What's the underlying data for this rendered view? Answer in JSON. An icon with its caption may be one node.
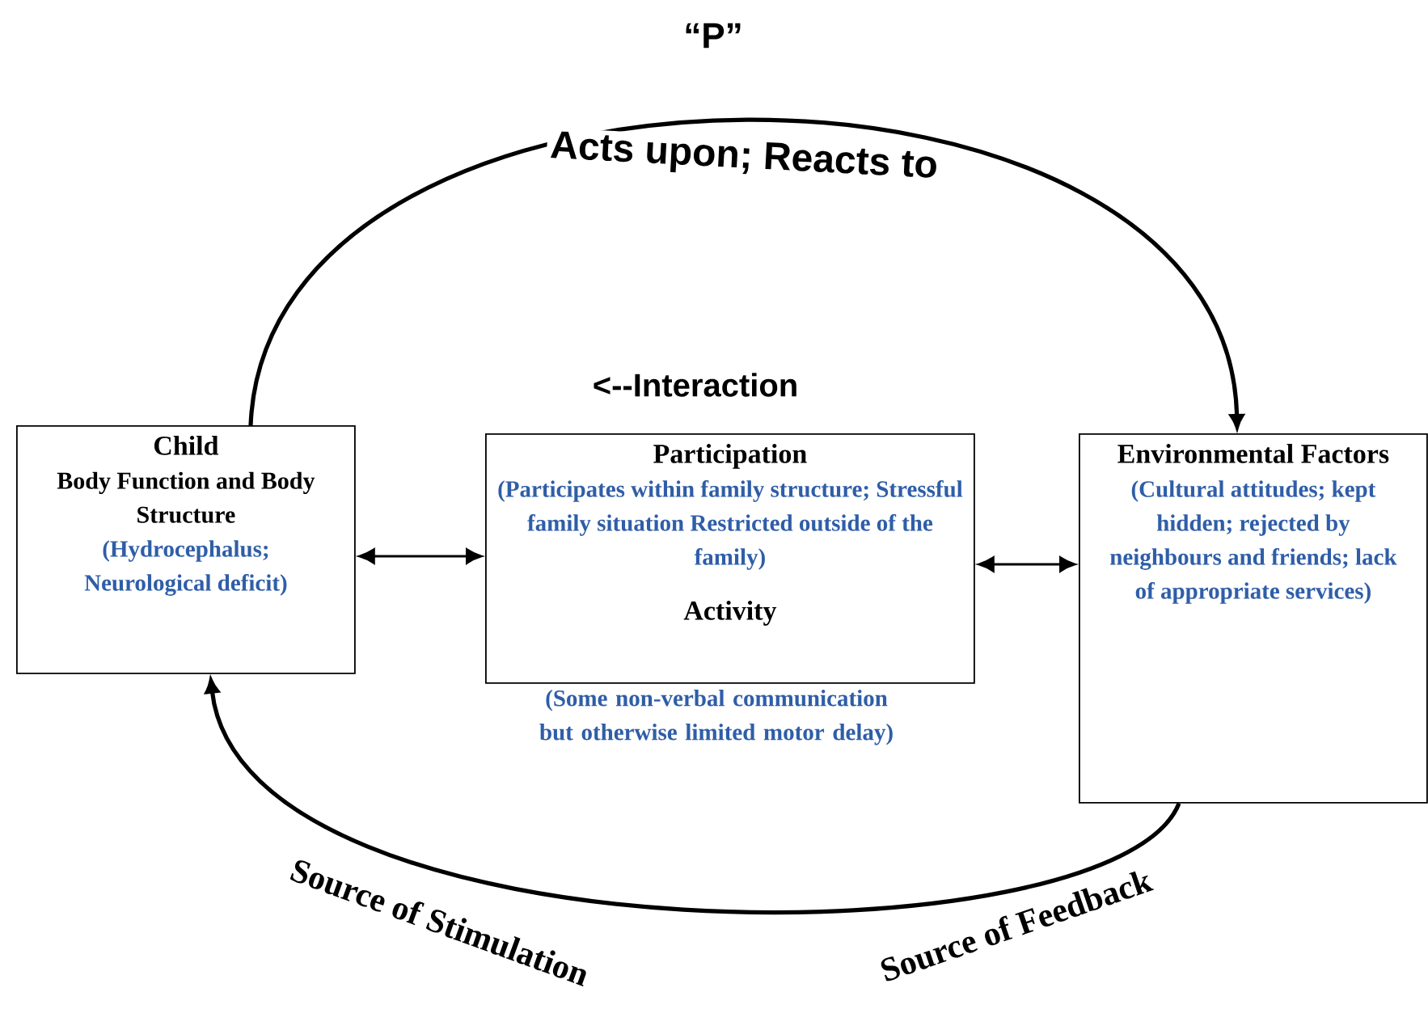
{
  "diagram": {
    "title": "“P”",
    "nodes": [
      {
        "text": [
          "Child",
          "Body Function and Body Structure",
          "(Hydrocephalus; Neurological deficit)"
        ]
      },
      {
        "text": [
          "Participation",
          "(Participates within family structure; Stressful family situation Restricted outside of the family)",
          "Activity",
          "(Some non-verbal communication but otherwise limited motor delay)"
        ]
      },
      {
        "text": [
          "Environmental Factors",
          "(Cultural attitudes; kept hidden; rejected by neighbours and friends; lack of appropriate services)"
        ]
      }
    ],
    "edges": [
      {
        "from": 0,
        "to": 1,
        "arrow": "both"
      },
      {
        "from": 1,
        "to": 2,
        "arrow": "both"
      },
      {
        "from": 0,
        "to": 2,
        "arrow": "to",
        "label": "Acts upon; Reacts to"
      },
      {
        "from": 2,
        "to": 0,
        "arrow": "to"
      }
    ],
    "labels": [
      "<--Interaction",
      "Source of Stimulation",
      "Source of Feedback"
    ]
  }
}
